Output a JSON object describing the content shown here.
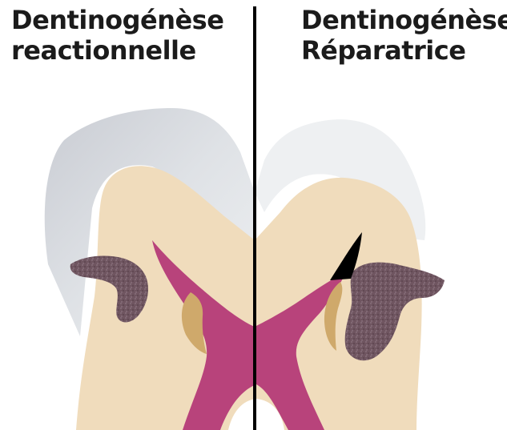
{
  "titles": {
    "left_line1": "Dentinogénèse",
    "left_line2": "reactionnelle",
    "right_line1": "Dentinogénèse",
    "right_line2": "Réparatrice"
  },
  "colors": {
    "enamel": "#d6d9de",
    "enamel_shadow": "#b8bcc3",
    "dentin": "#f0dcbc",
    "pulp": "#b8437b",
    "tertiary_dentin": "#cfa96b",
    "caries": "#6f5560",
    "necrosis": "#000000",
    "divider": "#000000"
  }
}
